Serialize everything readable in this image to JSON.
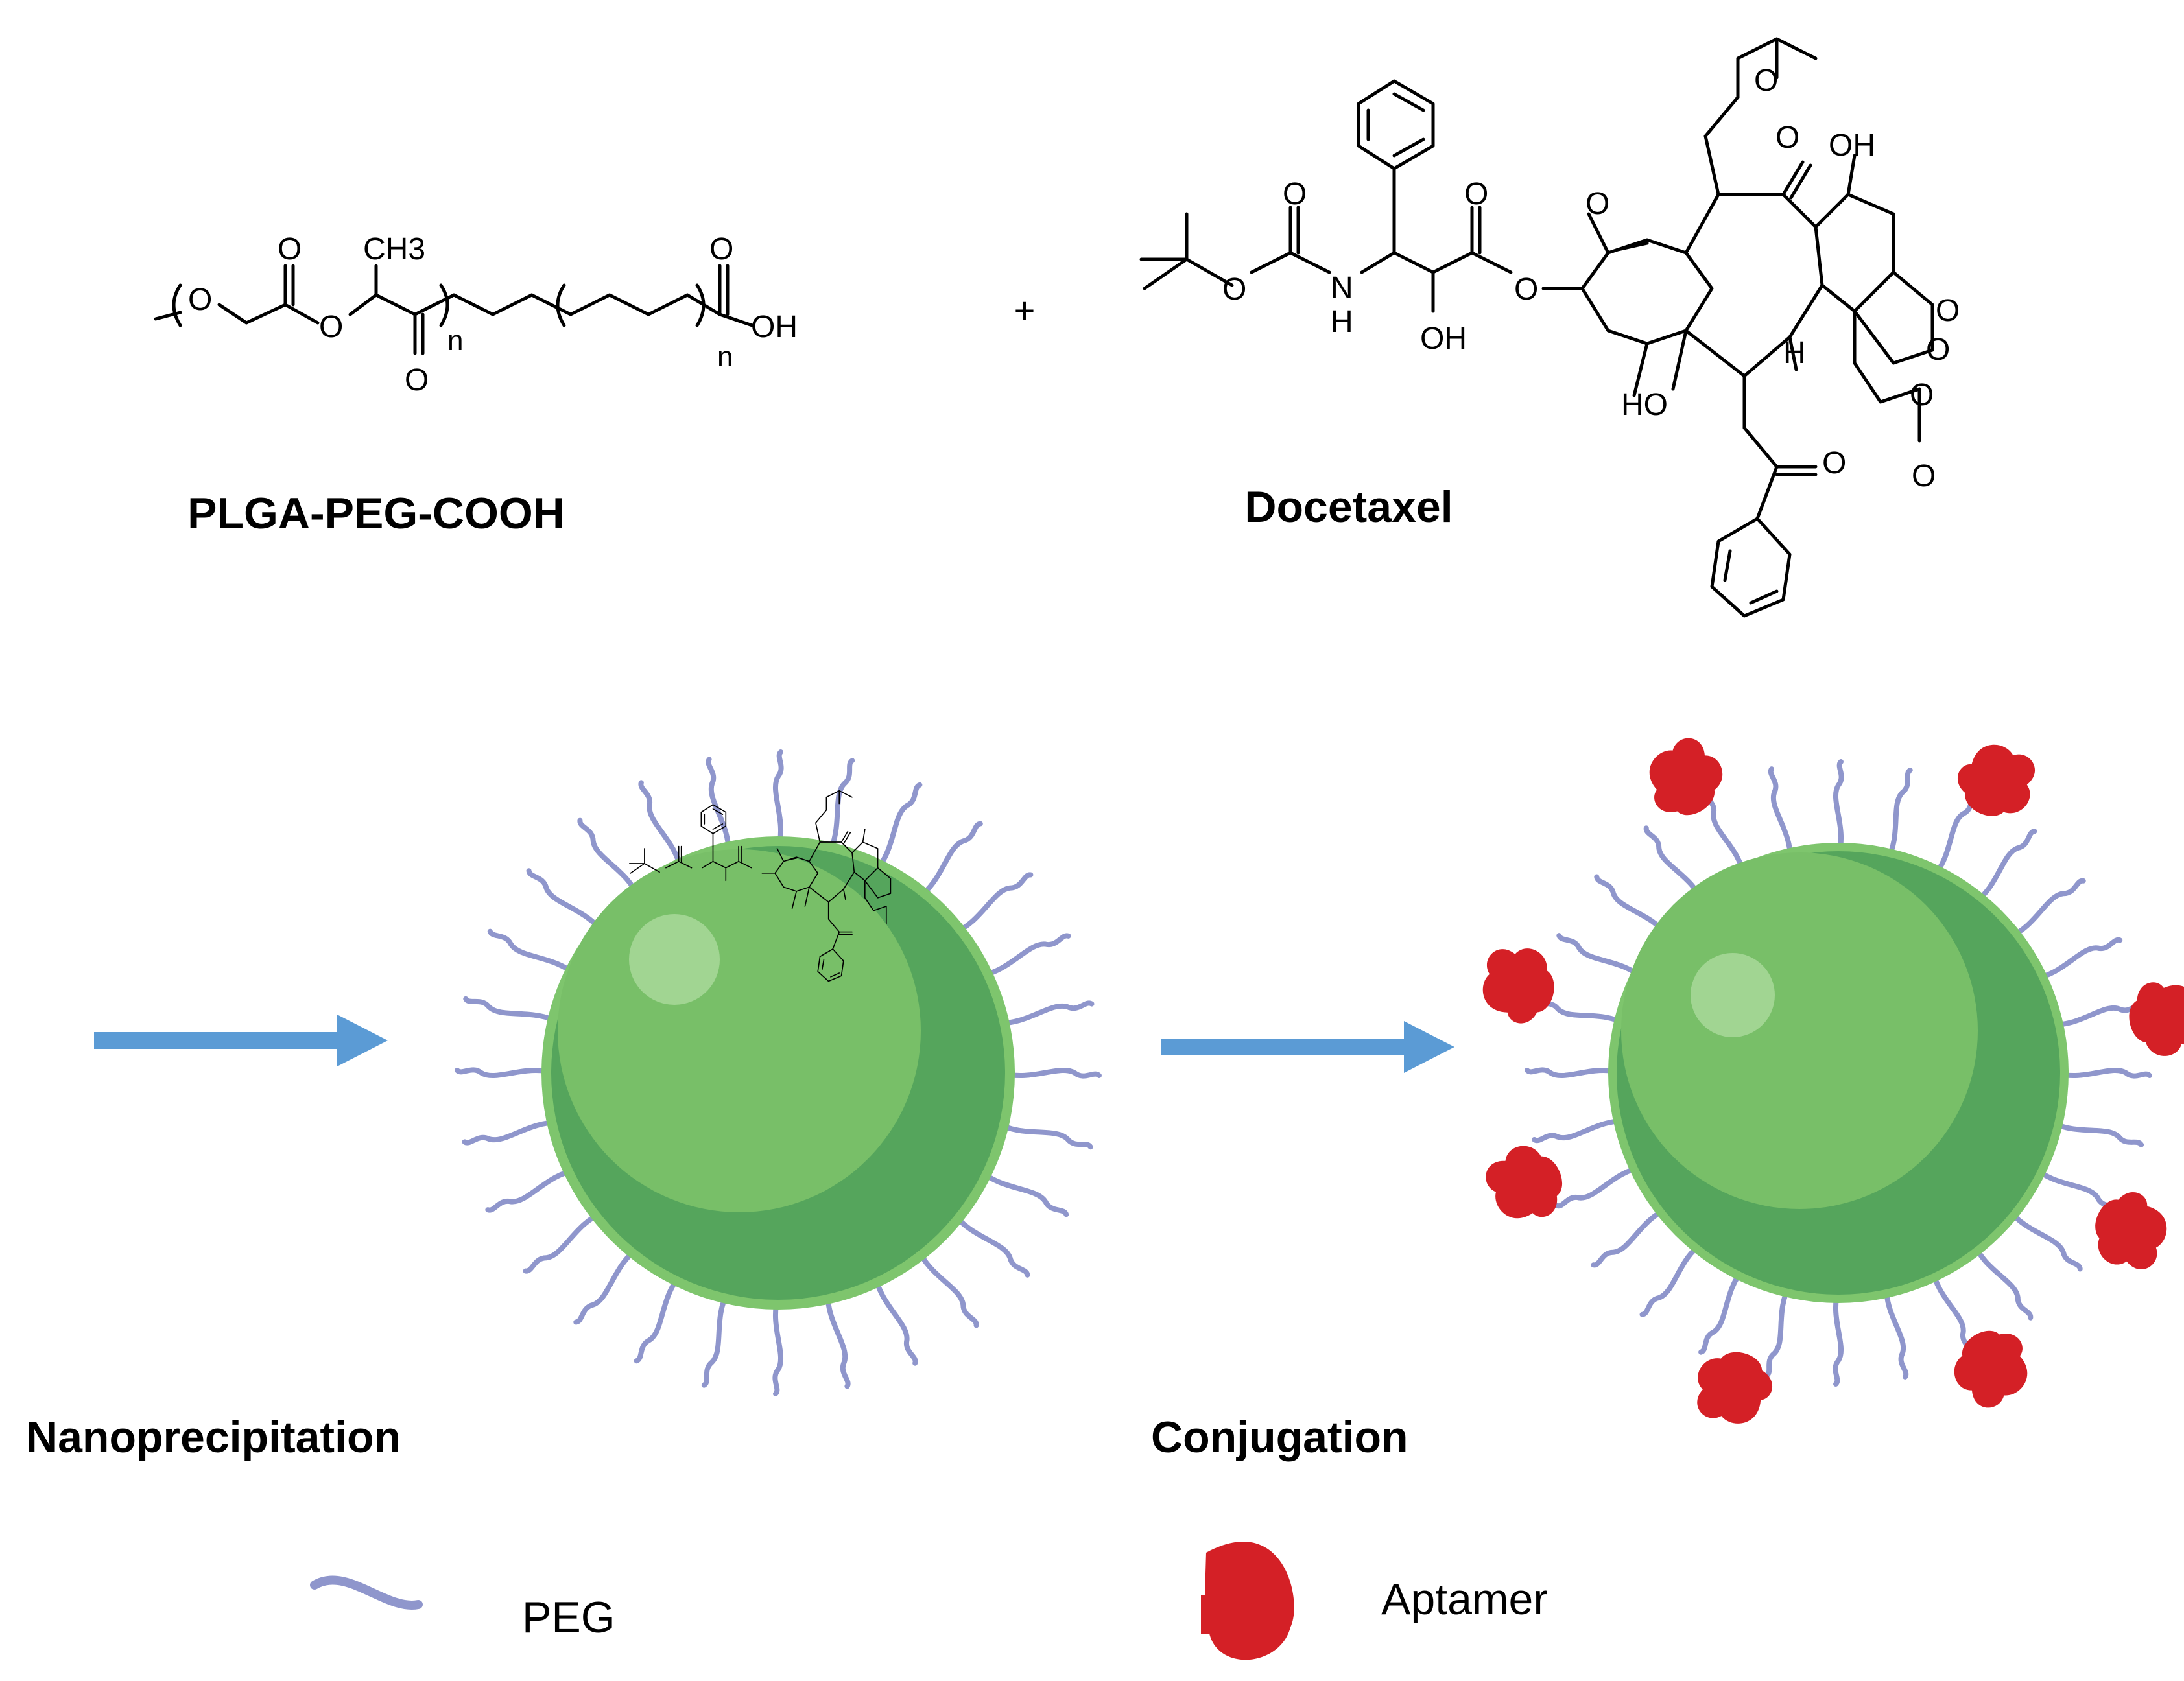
{
  "labels": {
    "plga": "PLGA-PEG-COOH",
    "docetaxel": "Docetaxel",
    "plus": "+",
    "step1": "Nanoprecipitation",
    "step2": "Conjugation",
    "legend_peg": "PEG",
    "legend_aptamer": "Aptamer"
  },
  "plga_structure": {
    "atoms": [
      "O",
      "O",
      "O",
      "CH3",
      "O",
      "n",
      "O",
      "OH",
      "n"
    ]
  },
  "docetaxel_structure": {
    "atoms": [
      "O",
      "O",
      "O",
      "N",
      "H",
      "O",
      "OH",
      "O",
      "O",
      "O",
      "OH",
      "O",
      "H",
      "HO",
      "O",
      "O",
      "O",
      "O"
    ]
  },
  "colors": {
    "arrow": "#5b9bd5",
    "particle_outer": "#7ec56d",
    "particle_dark": "#55a55c",
    "particle_inner": "#78bf68",
    "peg": "#8f96cc",
    "aptamer": "#d42026"
  }
}
